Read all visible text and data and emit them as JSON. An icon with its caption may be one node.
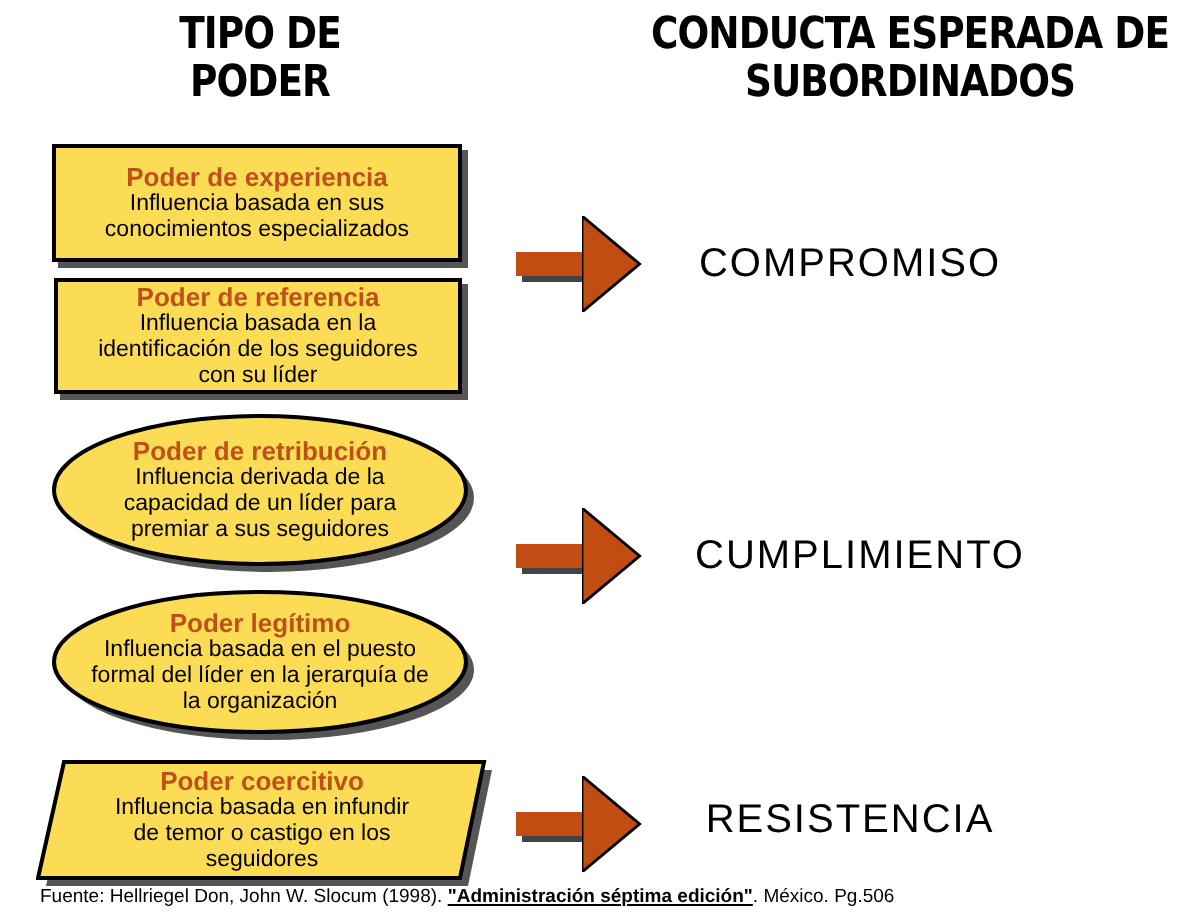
{
  "diagram": {
    "nodes": [
      {
        "text": [
          "Poder de experiencia",
          "Influencia basada en sus conocimientos especializados"
        ]
      },
      {
        "text": [
          "Poder de referencia",
          "Influencia basada en la identificación de los seguidores con su líder"
        ]
      },
      {
        "text": [
          "Poder de retribución",
          "Influencia derivada de la capacidad de un líder para premiar a sus seguidores"
        ]
      },
      {
        "text": [
          "Poder legítimo",
          "Influencia basada en el puesto formal del líder en la jerarquía de la organización"
        ]
      },
      {
        "text": [
          "Poder coercitivo",
          "Influencia basada en infundir de temor o castigo en los seguidores"
        ]
      },
      {
        "text": [
          "COMPROMISO"
        ]
      },
      {
        "text": [
          "CUMPLIMIENTO"
        ]
      },
      {
        "text": [
          "RESISTENCIA"
        ]
      }
    ],
    "edges": [
      {
        "from": null,
        "to": 5,
        "arrow": "to"
      },
      {
        "from": null,
        "to": 6,
        "arrow": "to"
      },
      {
        "from": null,
        "to": 7,
        "arrow": "to"
      }
    ],
    "labels": [
      "TIPO DE PODER",
      "CONDUCTA ESPERADA DE SUBORDINADOS",
      "Fuente: Hellriegel Don, John W. Slocum (1998). **\"Administración séptima edición\"**. México. Pg.506"
    ]
  }
}
